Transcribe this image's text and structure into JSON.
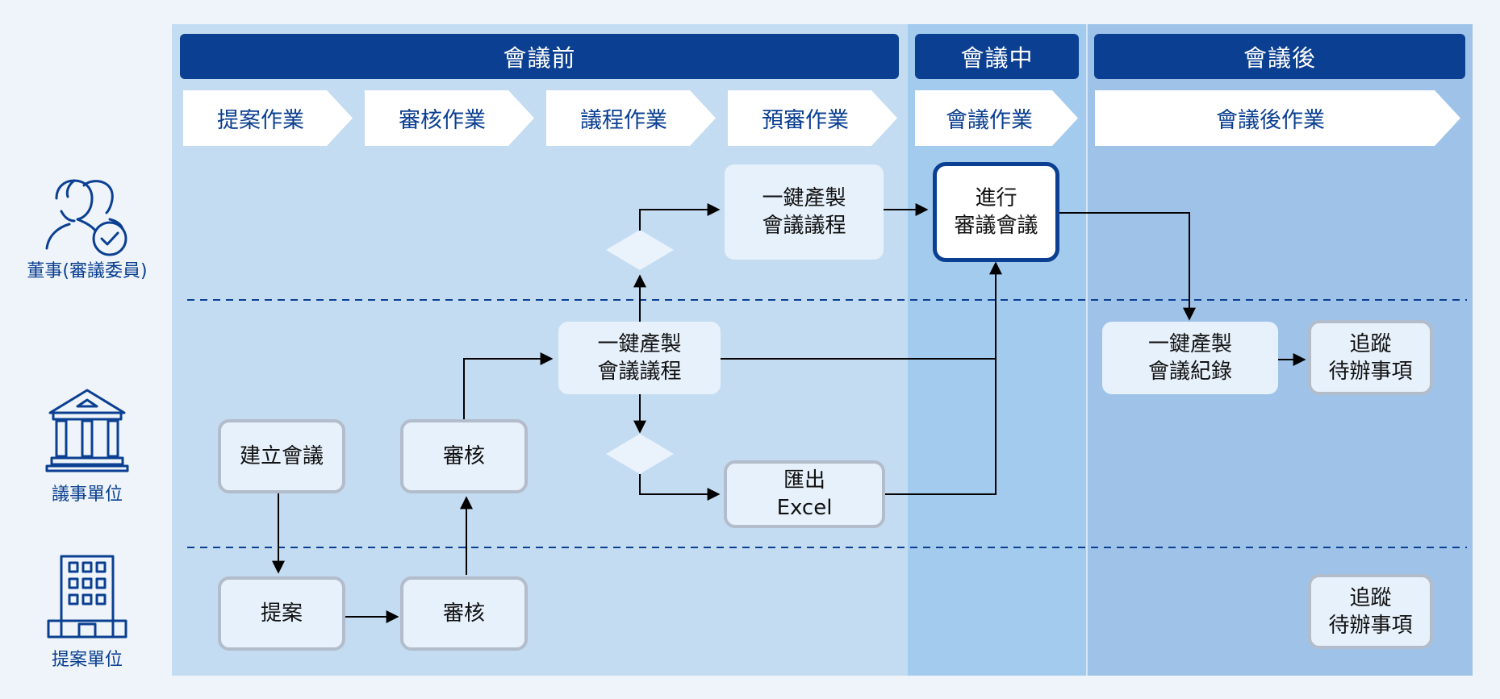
{
  "phases": {
    "before": "會議前",
    "during": "會議中",
    "after": "會議後"
  },
  "steps": {
    "proposal": "提案作業",
    "review": "審核作業",
    "agenda": "議程作業",
    "prereview": "預審作業",
    "meeting": "會議作業",
    "post": "會議後作業"
  },
  "roles": {
    "directors": "董事(審議委員)",
    "secretariat": "議事單位",
    "proposer": "提案單位"
  },
  "nodes": {
    "director_agenda": "一鍵產製\n會議議程",
    "conduct_meeting": "進行\n審議會議",
    "sec_agenda": "一鍵產製\n會議議程",
    "create_meeting": "建立會議",
    "sec_review": "審核",
    "export_excel": "匯出\nExcel",
    "minutes": "一鍵產製\n會議紀錄",
    "sec_track": "追蹤\n待辦事項",
    "proposal": "提案",
    "prop_review": "審核",
    "prop_track": "追蹤\n待辦事項"
  },
  "icons": {
    "directors": "people-check-icon",
    "secretariat": "building-columns-icon",
    "proposer": "office-building-icon"
  },
  "colors": {
    "phase_header": "#0b3f91",
    "lane_before": "#c3dcf2",
    "lane_during": "#a3cbee",
    "lane_after": "#9fc3e8",
    "active_border": "#0b3f91",
    "node_fill": "#e7f1fb",
    "node_border": "#b2bccb"
  }
}
